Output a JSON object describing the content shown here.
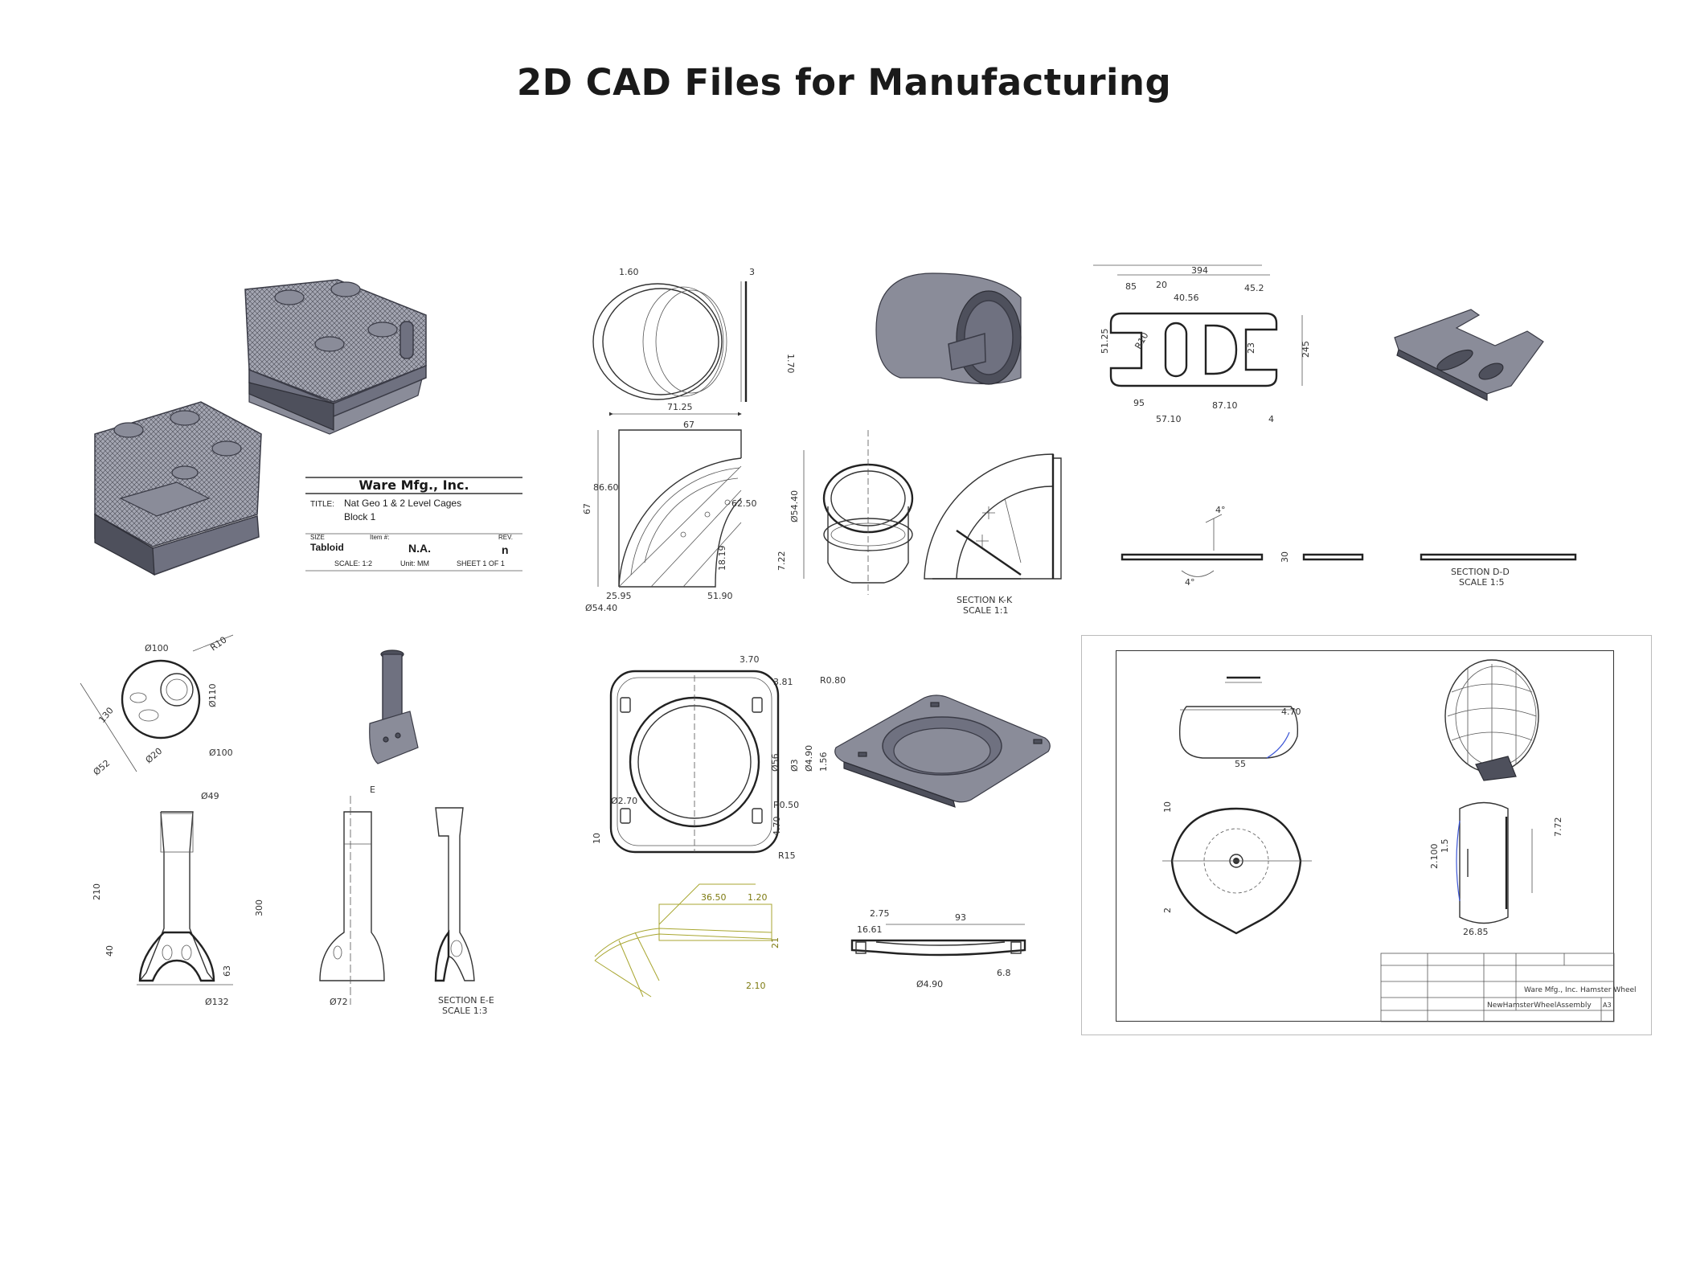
{
  "page": {
    "title": "2D CAD Files for Manufacturing"
  },
  "cage_drawing": {
    "title_block": {
      "company": "Ware Mfg., Inc.",
      "title_label": "TITLE:",
      "title_line1": "Nat Geo 1 & 2 Level Cages",
      "title_line2": "Block 1",
      "size_label": "SIZE",
      "size_value": "Tabloid",
      "item_label": "Item #:",
      "item_value": "N.A.",
      "rev_label": "REV.",
      "rev_value": "n",
      "scale_label": "SCALE: 1:2",
      "unit_label": "Unit: MM",
      "sheet_label": "SHEET 1 OF 1"
    }
  },
  "elbow_drawing": {
    "dims": [
      "1.60",
      "3",
      "1.70",
      "71.25",
      "67",
      "86.60",
      "67",
      "62.50",
      "Ø54.40",
      "25.95",
      "51.90",
      "Ø54.40",
      "7.22",
      "18.19"
    ],
    "section_label": "SECTION K-K",
    "section_scale": "SCALE 1:1"
  },
  "bracket_drawing": {
    "dims": [
      "394",
      "85",
      "20",
      "40.56",
      "45.2",
      "51.25",
      "R10",
      "23",
      "245",
      "95",
      "87.10",
      "57.10",
      "4",
      "4°",
      "30"
    ],
    "section_label": "SECTION D-D",
    "section_scale": "SCALE 1:5"
  },
  "tube_drawing": {
    "dims": [
      "Ø100",
      "R10",
      "Ø110",
      "Ø100",
      "Ø20",
      "Ø52",
      "130",
      "Ø49",
      "210",
      "40",
      "63",
      "Ø132",
      "300",
      "E",
      "Ø72"
    ],
    "section_label": "SECTION E-E",
    "section_scale": "SCALE 1:3"
  },
  "lid_drawing": {
    "dims": [
      "3.70",
      "R0.80",
      "3.81",
      "Ø56",
      "Ø3",
      "Ø4.90",
      "1.56",
      "R0.50",
      "4.70",
      "R15",
      "Ø2.70",
      "10",
      "36.50",
      "1.20",
      "21",
      "2.10",
      "2.75",
      "93",
      "16.61",
      "Ø4.90",
      "6.8"
    ]
  },
  "wheel_drawing": {
    "dims": [
      "55",
      "10",
      "2",
      "4.70",
      "2.100",
      "1.5",
      "7.72",
      "26.85"
    ],
    "company": "Ware Mfg., Inc. Hamster Wheel",
    "dwg_no": "NewHamsterWheelAssembly",
    "size": "A3"
  }
}
